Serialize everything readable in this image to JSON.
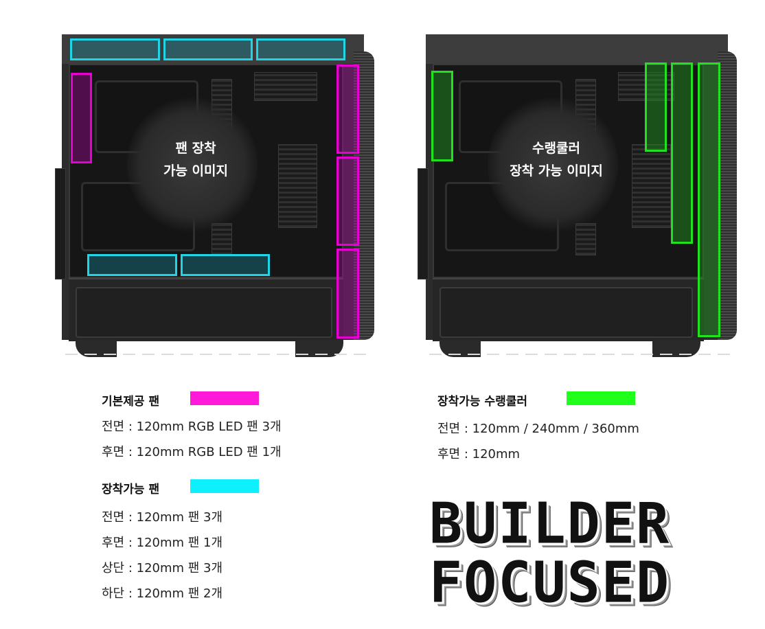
{
  "left_case": {
    "label_line1": "팬 장착",
    "label_line2": "가능 이미지"
  },
  "right_case": {
    "label_line1": "수랭쿨러",
    "label_line2": "장착 가능 이미지"
  },
  "legend_std_fan": {
    "heading": "기본제공 팬",
    "color": "#ff1ad9",
    "lines": [
      "전면 : 120mm RGB LED 팬 3개",
      "후면 : 120mm RGB LED 팬 1개"
    ]
  },
  "legend_opt_fan": {
    "heading": "장착가능 팬",
    "color": "#0ff0ff",
    "lines": [
      "전면 : 120mm 팬 3개",
      "후면 : 120mm 팬 1개",
      "상단 : 120mm 팬 3개",
      "하단 : 120mm 팬 2개"
    ]
  },
  "legend_cooler": {
    "heading": "장착가능 수랭쿨러",
    "color": "#1fff1a",
    "lines": [
      "전면 : 120mm / 240mm / 360mm",
      "후면 : 120mm"
    ]
  },
  "logo": {
    "line1": "BUILDER",
    "line2": "FOCUSED"
  }
}
